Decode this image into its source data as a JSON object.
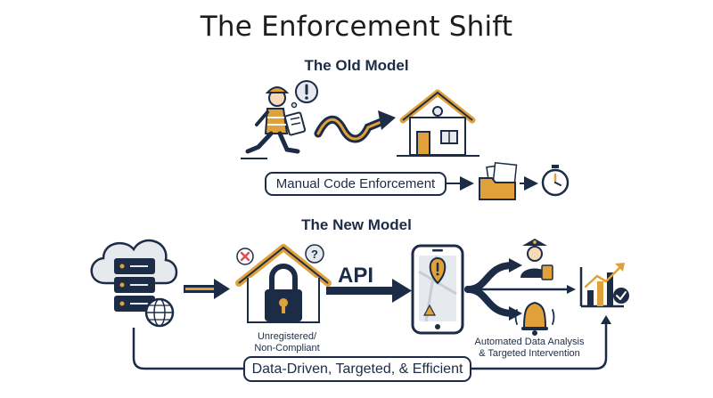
{
  "title": "The Enforcement Shift",
  "old_model": {
    "heading": "The Old Model",
    "process_label": "Manual Code Enforcement"
  },
  "new_model": {
    "heading": "The New Model",
    "api_label": "API",
    "property_label": "Unregistered/\nNon-Compliant",
    "analysis_label": "Automated Data Analysis\n& Targeted Intervention",
    "outcome_label": "Data-Driven, Targeted, & Efficient"
  },
  "colors": {
    "navy": "#1c2c46",
    "gold": "#e0a13a",
    "light_gray": "#e6e9ee",
    "alert_red": "#d9534f"
  },
  "icons": {
    "old": [
      "inspector-running-icon",
      "wavy-arrow-icon",
      "house-icon",
      "folder-icon",
      "stopwatch-icon"
    ],
    "new": [
      "cloud-database-icon",
      "globe-icon",
      "locked-house-icon",
      "smartphone-map-icon",
      "officer-icon",
      "bell-icon",
      "growth-chart-icon"
    ]
  }
}
